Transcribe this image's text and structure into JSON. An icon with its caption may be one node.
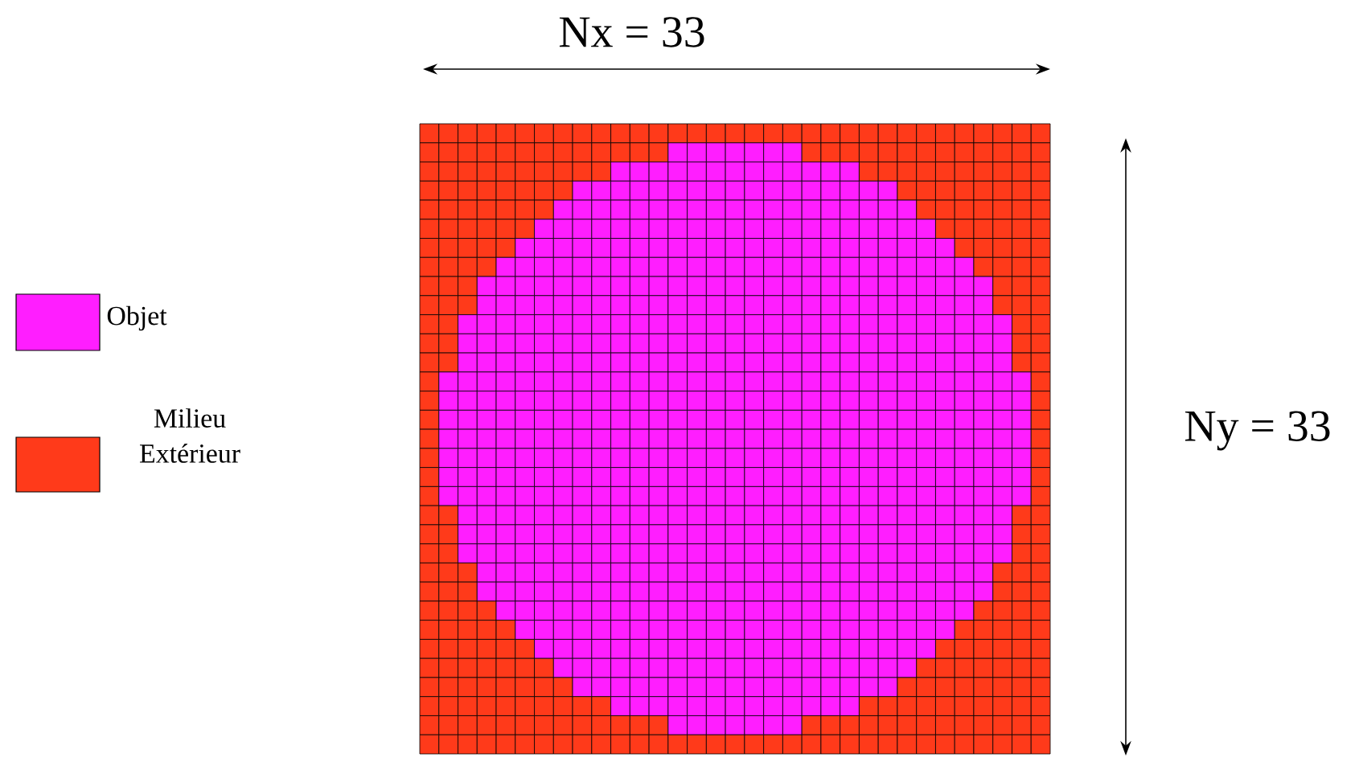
{
  "diagram": {
    "labels": [
      "Nx = 33",
      "Ny = 33"
    ],
    "legend": [
      {
        "text": "Objet",
        "color": "#ff1eff"
      },
      {
        "text": "Milieu Extérieur",
        "color": "#ff3a1a"
      }
    ]
  }
}
